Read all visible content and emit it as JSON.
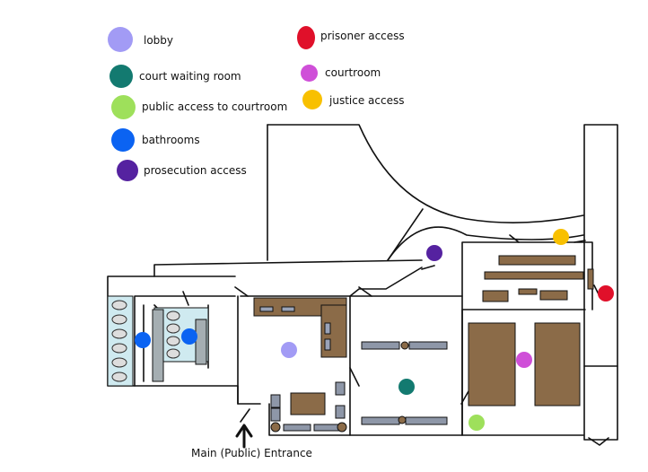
{
  "legend": [
    {
      "id": "lobby",
      "label": "lobby",
      "color": "#a29bf5"
    },
    {
      "id": "court-waiting-room",
      "label": "court waiting room",
      "color": "#137a70"
    },
    {
      "id": "public-access",
      "label": "public access to courtroom",
      "color": "#9ee05b"
    },
    {
      "id": "bathrooms",
      "label": "bathrooms",
      "color": "#0b63f2"
    },
    {
      "id": "prosecution-access",
      "label": "prosecution access",
      "color": "#5522a0"
    },
    {
      "id": "prisoner-access",
      "label": "prisoner access",
      "color": "#e0102a"
    },
    {
      "id": "courtroom",
      "label": "courtroom",
      "color": "#cf4fd8"
    },
    {
      "id": "justice-access",
      "label": "justice access",
      "color": "#f8c000"
    }
  ],
  "entrance_label": "Main (Public) Entrance",
  "colors": {
    "wood": "#8b6b48",
    "wall": "#111111",
    "restroom_tile": "#cfeaf0",
    "partition": "#a5aeb2",
    "bench": "#8e97a8"
  }
}
